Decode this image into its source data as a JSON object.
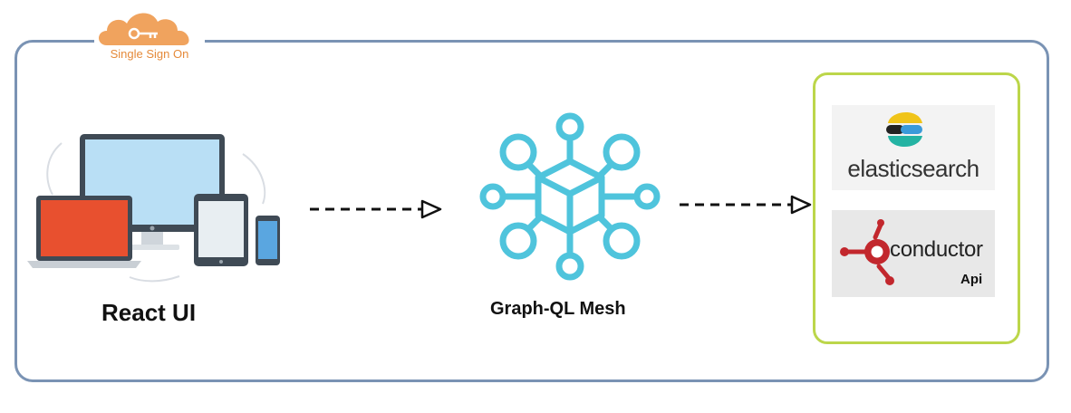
{
  "sso": {
    "label": "Single Sign On",
    "icon": "cloud-key-icon",
    "color": "#f0a35e"
  },
  "frontend": {
    "label": "React UI",
    "icon": "multi-device-icon"
  },
  "gateway": {
    "label": "Graph-QL Mesh",
    "icon": "mesh-network-icon",
    "color": "#4fc4dc"
  },
  "backends": {
    "elasticsearch": {
      "label": "elasticsearch",
      "icon": "elasticsearch-logo-icon"
    },
    "conductor": {
      "label": "conductor",
      "sublabel": "Api",
      "icon": "conductor-logo-icon",
      "color": "#c2272d"
    }
  },
  "colors": {
    "frame": "#7a93b4",
    "targets_border": "#bcd64a",
    "arrow": "#111111"
  }
}
